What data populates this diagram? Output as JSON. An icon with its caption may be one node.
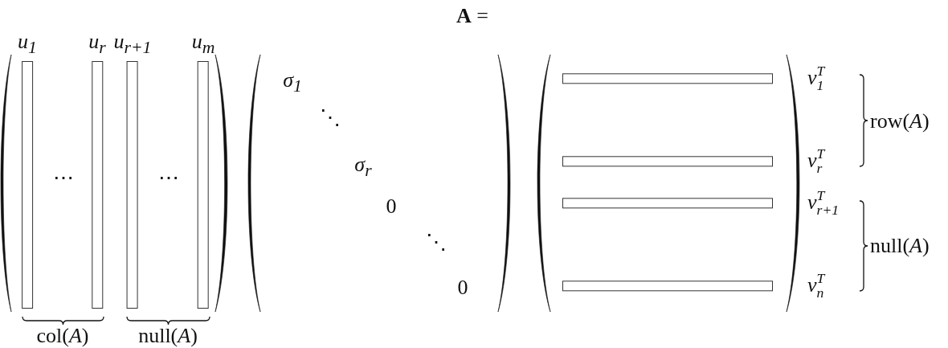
{
  "diagram": {
    "title": "**A** =",
    "nodes": [
      {
        "text": [],
        "shape": "bar",
        "beside": [
          "u$_{1}$"
        ]
      },
      {
        "text": [],
        "shape": "bar",
        "beside": [
          "u$_{r}$"
        ]
      },
      {
        "text": [],
        "shape": "bar",
        "beside": [
          "u$_{r+1}$"
        ]
      },
      {
        "text": [],
        "shape": "bar",
        "beside": [
          "u$_{m}$"
        ]
      },
      {
        "text": [],
        "shape": "bar",
        "beside": [
          "v$_{1}$$^{T}$"
        ]
      },
      {
        "text": [],
        "shape": "bar",
        "beside": [
          "v$_{r}$$^{T}$"
        ]
      },
      {
        "text": [],
        "shape": "bar",
        "beside": [
          "v$_{r+1}$$^{T}$"
        ]
      },
      {
        "text": [],
        "shape": "bar",
        "beside": [
          "v$_{n}$$^{T}$"
        ]
      }
    ],
    "labels": [
      "⋯",
      "⋯",
      "col(*A*)",
      "null(*A*)",
      "σ$_{1}$",
      "⋱",
      "σ$_{r}$",
      "0",
      "⋱",
      "0",
      "row(*A*)",
      "null(*A*)"
    ]
  }
}
